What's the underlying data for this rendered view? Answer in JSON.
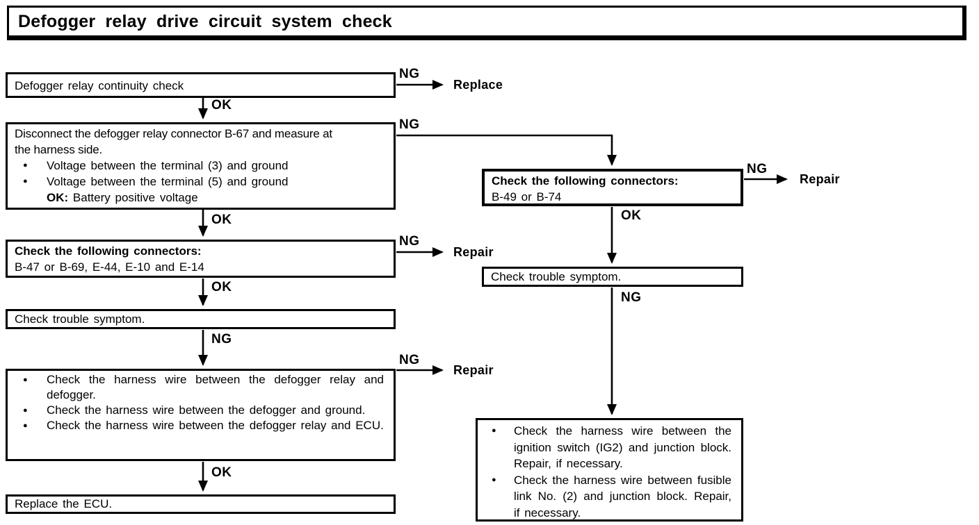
{
  "title": "Defogger relay drive circuit system check",
  "icons": {
    "bullet": "●"
  },
  "labels": {
    "ng": "NG",
    "ok": "OK",
    "replace": "Replace",
    "repair": "Repair"
  },
  "left": {
    "box1": {
      "text": "Defogger relay continuity check"
    },
    "box2": {
      "intro": "Disconnect the defogger relay connector B-67 and measure at the harness side.",
      "items": [
        "Voltage between the terminal (3) and ground",
        "Voltage between the terminal (5) and ground"
      ],
      "ok_label": "OK:",
      "ok_text": "Battery positive voltage"
    },
    "box3": {
      "heading": "Check the following connectors:",
      "text": "B-47 or B-69, E-44, E-10 and E-14"
    },
    "box4": {
      "text": "Check trouble symptom."
    },
    "box5": {
      "items": [
        "Check the harness wire between the defogger relay and defogger.",
        "Check the harness wire between the defogger and ground.",
        "Check the harness wire between the defogger relay and ECU."
      ]
    },
    "box6": {
      "text": "Replace the ECU."
    }
  },
  "right": {
    "boxA": {
      "heading": "Check the following connectors:",
      "text": "B-49 or B-74"
    },
    "boxB": {
      "text": "Check trouble symptom."
    },
    "boxC": {
      "items": [
        "Check the harness wire between the ignition switch (IG2) and junction block. Repair, if necessary.",
        "Check the harness wire between fusible link No. (2) and junction block. Repair, if necessary."
      ]
    }
  }
}
